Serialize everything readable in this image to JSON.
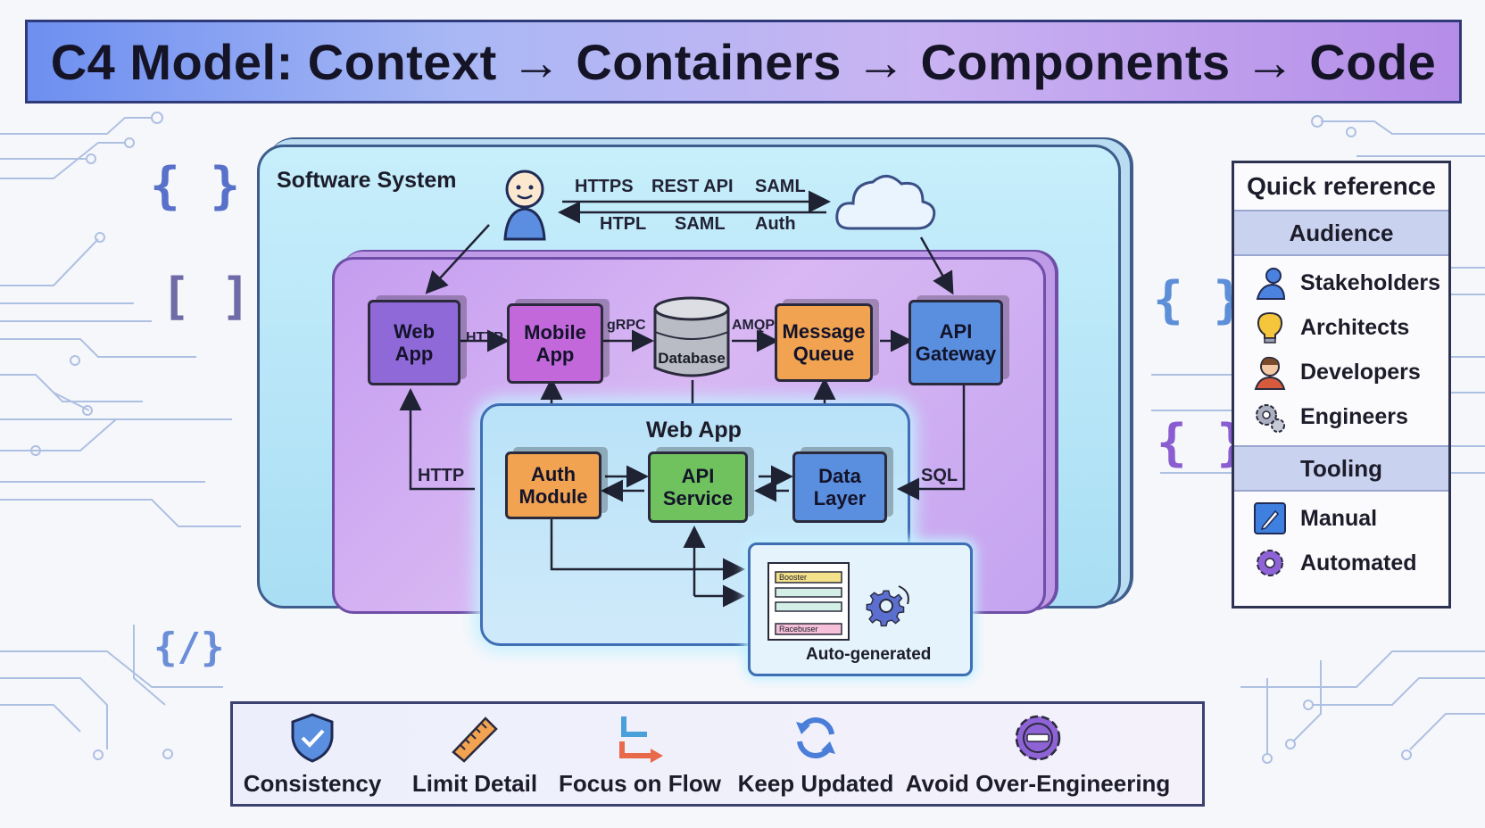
{
  "title": "C4 Model: Context → Containers → Components → Code",
  "system_label": "Software System",
  "protocols_top": [
    "HTTPS",
    "REST API",
    "SAML"
  ],
  "protocols_bottom": [
    "HTPL",
    "SAML",
    "Auth"
  ],
  "containers": {
    "web_app": "Web\nApp",
    "mobile_app": "Mobile\nApp",
    "database": "Database",
    "message_queue": "Message\nQueue",
    "api_gateway": "API\nGateway"
  },
  "edge_labels": {
    "webapp_mobile": "HTTP",
    "mobile_db": "gRPC",
    "db_queue": "AMQP",
    "left_http": "HTTP",
    "right_sql": "SQL"
  },
  "component_group_label": "Web App",
  "components": {
    "auth": "Auth\nModule",
    "api_service": "API\nService",
    "data_layer": "Data\nLayer"
  },
  "code_label": "Auto-generated",
  "code_lines": [
    "Booster",
    "Racebuser"
  ],
  "quick_reference": {
    "title": "Quick reference",
    "audience_header": "Audience",
    "audience": [
      "Stakeholders",
      "Architects",
      "Developers",
      "Engineers"
    ],
    "tooling_header": "Tooling",
    "tooling": [
      "Manual",
      "Automated"
    ]
  },
  "principles": [
    "Consistency",
    "Limit Detail",
    "Focus on Flow",
    "Keep Updated",
    "Avoid Over-Engineering"
  ],
  "colors": {
    "container_purple": "#8f69d8",
    "container_magenta": "#c268da",
    "container_orange": "#f2a352",
    "container_blue": "#5a8fe0",
    "component_green": "#6fc25e"
  }
}
